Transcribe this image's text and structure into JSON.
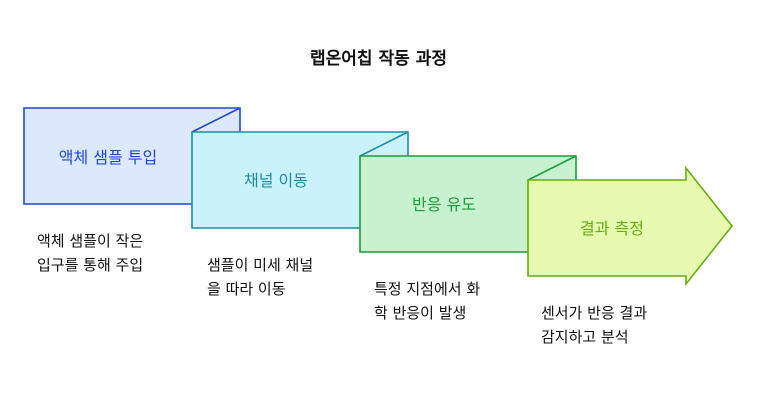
{
  "title": "랩온어칩 작동 과정",
  "steps": [
    {
      "label": "액체 샘플 투입",
      "desc": [
        "액체 샘플이 작은",
        "입구를 통해 주입"
      ],
      "fill": "#dce8fc",
      "stroke": "#1f47d6",
      "text_color": "#1f47d6"
    },
    {
      "label": "채널 이동",
      "desc": [
        "샘플이 미세 채널",
        "을 따라 이동"
      ],
      "fill": "#c9f2fb",
      "stroke": "#1a8ea3",
      "text_color": "#1a8ea3"
    },
    {
      "label": "반응 유도",
      "desc": [
        "특정 지점에서 화",
        "학 반응이 발생"
      ],
      "fill": "#c8f2cf",
      "stroke": "#1f9a3a",
      "text_color": "#1f9a3a"
    },
    {
      "label": "결과 측정",
      "desc": [
        "센서가 반응 결과",
        "감지하고 분석"
      ],
      "fill": "#e6fab0",
      "stroke": "#66ac12",
      "text_color": "#66ac12"
    }
  ]
}
